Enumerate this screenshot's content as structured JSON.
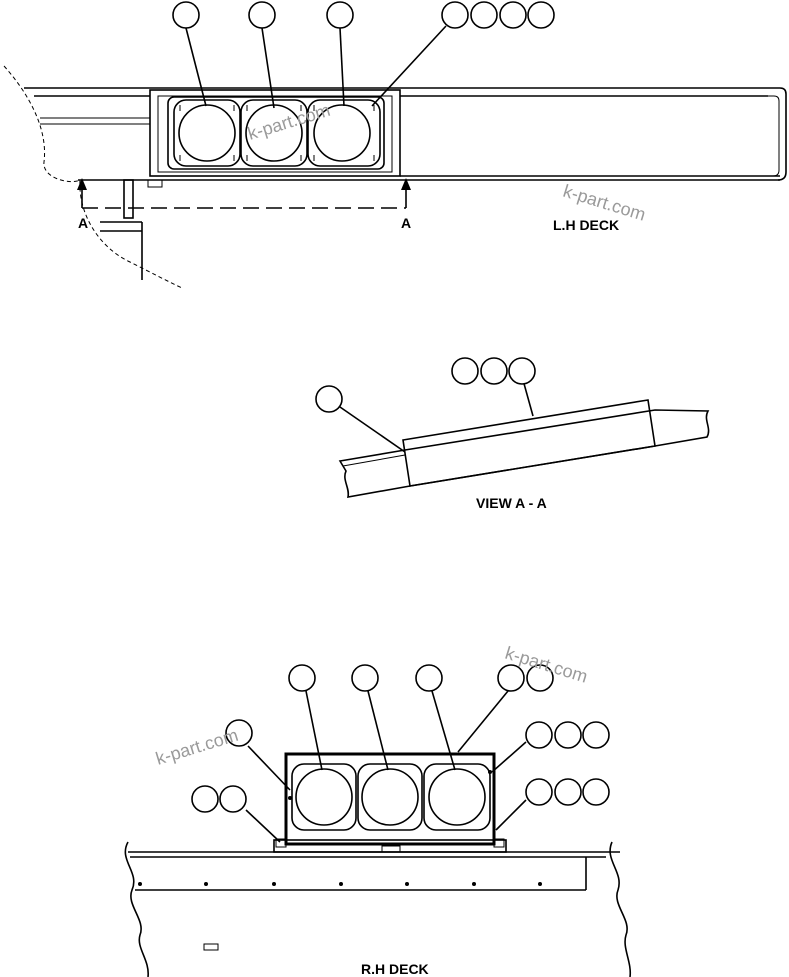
{
  "labels": {
    "lh_deck": "L.H DECK",
    "view_aa": "VIEW A - A",
    "rh_deck": "R.H DECK",
    "section_left": "A",
    "section_right": "A"
  },
  "watermark": "k-part.com"
}
